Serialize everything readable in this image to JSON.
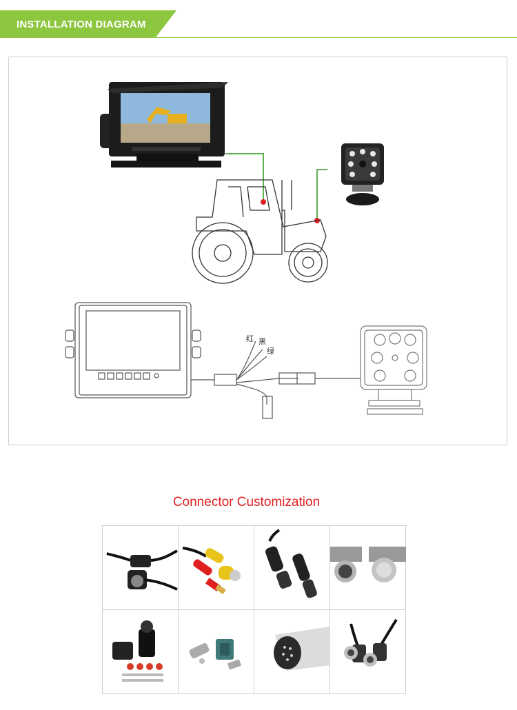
{
  "banner": {
    "title": "INSTALLATION DIAGRAM"
  },
  "wiring": {
    "red_wire": "红",
    "black_wire": "黑",
    "green_wire": "绿"
  },
  "connectors": {
    "title": "Connector Customization"
  },
  "colors": {
    "accent": "#8dc63f",
    "red": "#e02020",
    "grid_border": "#cfcfcf"
  },
  "icons": [
    "aviation-connector-icon",
    "rca-connector-icon",
    "waterproof-plug-icon",
    "mini-din-connector-icon",
    "superseal-connector-icon",
    "fakra-connector-icon",
    "round-pin-connector-icon",
    "bnc-connector-icon"
  ]
}
